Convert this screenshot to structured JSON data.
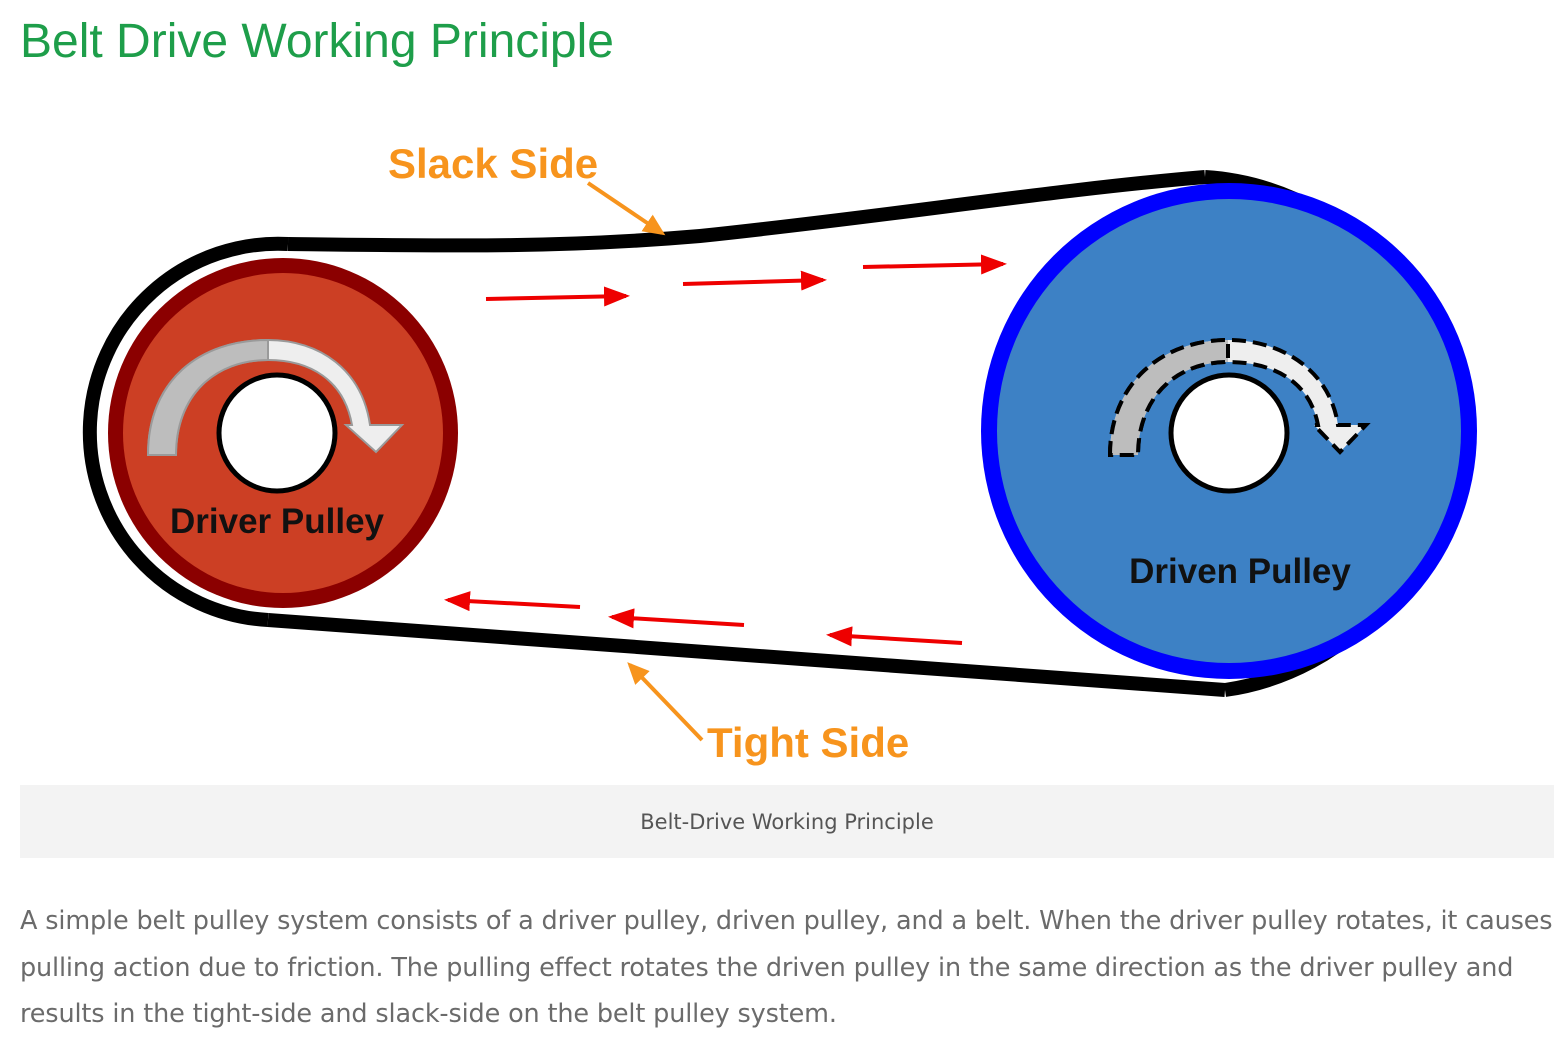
{
  "page": {
    "title": "Belt Drive Working Principle"
  },
  "diagram": {
    "labels": {
      "slack_side": "Slack Side",
      "tight_side": "Tight Side",
      "driver_pulley": "Driver Pulley",
      "driven_pulley": "Driven Pulley"
    },
    "colors": {
      "driver_fill": "#cc3f24",
      "driver_rim": "#8b0000",
      "driven_fill": "#3d81c5",
      "driven_rim": "#0000ff",
      "belt": "#000000",
      "flow_arrows": "#ee0000",
      "callouts": "#f7941d"
    }
  },
  "caption": "Belt-Drive Working Principle",
  "paragraph": "A simple belt pulley system consists of a driver pulley, driven pulley, and a belt. When the driver pulley rotates, it causes pulling action due to friction. The pulling effect rotates the driven pulley in the same direction as the driver pulley and results in the tight-side and slack-side on the belt pulley system."
}
